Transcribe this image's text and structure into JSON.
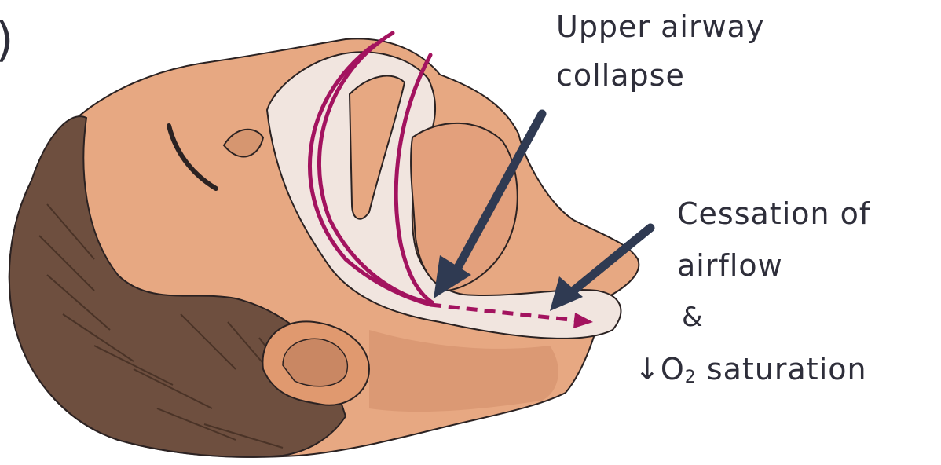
{
  "panel_marker": ")",
  "labels": {
    "upper_airway_line1": "Upper airway",
    "upper_airway_line2": "collapse",
    "cessation_line1": "Cessation of",
    "cessation_line2": "airflow",
    "connector": "&",
    "o2_arrow": "↓O",
    "o2_sub": "2",
    "o2_rest": " saturation"
  },
  "colors": {
    "skin": "#e7a882",
    "skin_shadow": "#c98763",
    "hair": "#6e4f3f",
    "airway": "#f1e5df",
    "airflow": "#a3135f",
    "arrow": "#2f3a52",
    "outline": "#2b2222"
  }
}
